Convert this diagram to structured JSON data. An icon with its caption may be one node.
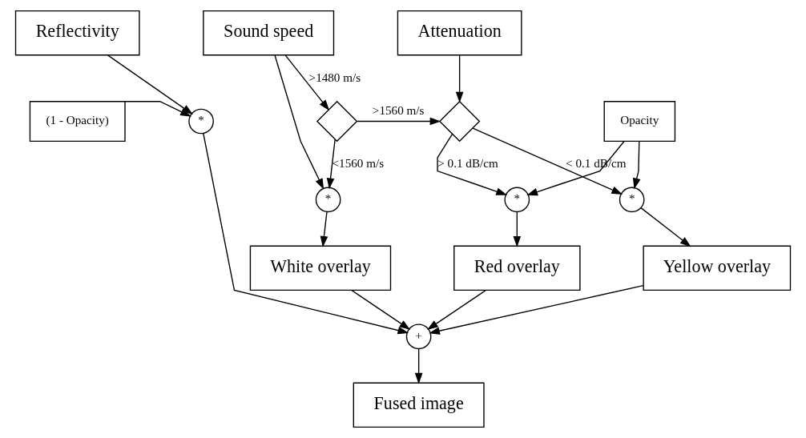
{
  "diagram": {
    "nodes": [
      {
        "text": [
          "Reflectivity"
        ]
      },
      {
        "text": [
          "Sound speed"
        ]
      },
      {
        "text": [
          "Attenuation"
        ]
      },
      {
        "text": [
          "(1 - Opacity)"
        ]
      },
      {
        "text": [
          "*"
        ]
      },
      {
        "text": [],
        "shape": "diamond"
      },
      {
        "text": [],
        "shape": "diamond"
      },
      {
        "text": [
          "Opacity"
        ]
      },
      {
        "text": [
          "*"
        ]
      },
      {
        "text": [
          "*"
        ]
      },
      {
        "text": [
          "*"
        ]
      },
      {
        "text": [
          "White overlay"
        ]
      },
      {
        "text": [
          "Red overlay"
        ]
      },
      {
        "text": [
          "Yellow overlay"
        ]
      },
      {
        "text": [
          "+"
        ]
      },
      {
        "text": [
          "Fused image"
        ]
      }
    ],
    "edges": [
      {
        "from": 0,
        "to": 4,
        "arrow": "to"
      },
      {
        "from": 3,
        "to": 4,
        "arrow": "to"
      },
      {
        "from": 1,
        "to": 5,
        "arrow": "to",
        "label": ">1480 m/s"
      },
      {
        "from": 1,
        "to": 8,
        "arrow": "to"
      },
      {
        "from": 5,
        "to": 6,
        "arrow": "to",
        "label": ">1560 m/s"
      },
      {
        "from": 5,
        "to": 8,
        "arrow": "to",
        "label": "<1560 m/s"
      },
      {
        "from": 2,
        "to": 6,
        "arrow": "to"
      },
      {
        "from": 6,
        "to": 9,
        "arrow": "to",
        "label": "> 0.1 dB/cm"
      },
      {
        "from": 6,
        "to": 10,
        "arrow": "to",
        "label": "< 0.1 dB/cm"
      },
      {
        "from": 7,
        "to": 9,
        "arrow": "to"
      },
      {
        "from": 7,
        "to": 10,
        "arrow": "to"
      },
      {
        "from": 8,
        "to": 11,
        "arrow": "to"
      },
      {
        "from": 9,
        "to": 12,
        "arrow": "to"
      },
      {
        "from": 10,
        "to": 13,
        "arrow": "to"
      },
      {
        "from": 4,
        "to": 14,
        "arrow": "to"
      },
      {
        "from": 11,
        "to": 14,
        "arrow": "to"
      },
      {
        "from": 12,
        "to": 14,
        "arrow": "to"
      },
      {
        "from": 13,
        "to": 14,
        "arrow": "to"
      },
      {
        "from": 14,
        "to": 15,
        "arrow": "to"
      }
    ]
  }
}
